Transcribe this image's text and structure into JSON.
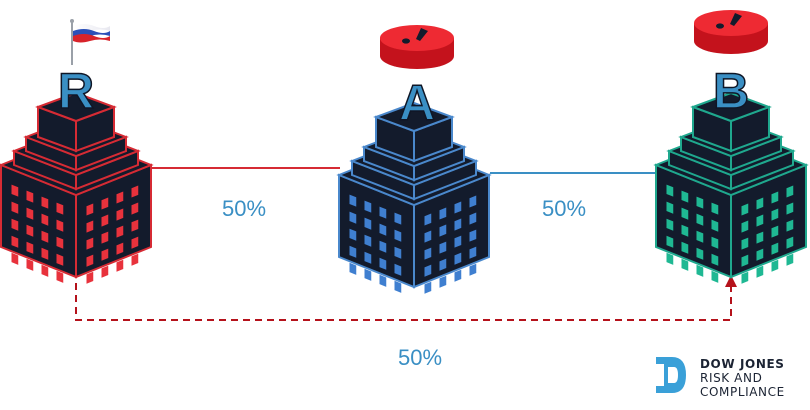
{
  "entities": [
    {
      "id": "R",
      "label": "R",
      "colors": {
        "stroke": "#d62b34",
        "window": "#e8323c",
        "body": "#131b2c"
      },
      "flag": "russian-flag-icon"
    },
    {
      "id": "A",
      "label": "A",
      "colors": {
        "stroke": "#4a88cc",
        "window": "#3f7fd0",
        "body": "#131b2c"
      },
      "alert": "alert-icon"
    },
    {
      "id": "B",
      "label": "B",
      "colors": {
        "stroke": "#1fa88e",
        "window": "#1fb893",
        "body": "#131b2c"
      },
      "alert": "alert-icon"
    }
  ],
  "links": [
    {
      "from": "R",
      "to": "A",
      "percent": "50%",
      "style": "solid",
      "color": "#d62b34"
    },
    {
      "from": "A",
      "to": "B",
      "percent": "50%",
      "style": "solid",
      "color": "#3a8fc4"
    },
    {
      "from": "R",
      "to": "B",
      "percent": "50%",
      "style": "dashed",
      "color": "#b5121b"
    }
  ],
  "label_color": "#3a8fc4",
  "logo": {
    "line1": "DOW JONES",
    "line2": "RISK AND",
    "line3": "COMPLIANCE",
    "color": "#3aa0d8"
  }
}
